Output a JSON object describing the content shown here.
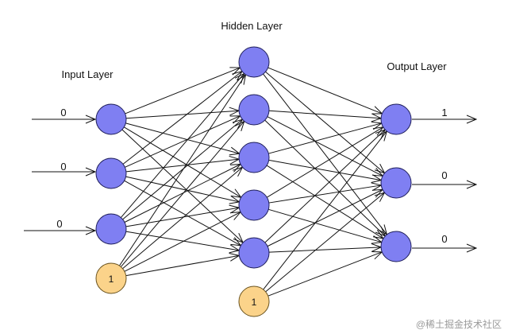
{
  "labels": {
    "input_layer": "Input Layer",
    "hidden_layer": "Hidden Layer",
    "output_layer": "Output Layer",
    "watermark": "@稀土掘金技术社区"
  },
  "input_values": [
    "0",
    "0",
    "0"
  ],
  "output_values": [
    "1",
    "0",
    "0"
  ],
  "bias_value": "1",
  "colors": {
    "neuron": "#7f7ff2",
    "bias": "#fbd38a",
    "line": "#111111"
  },
  "counts": {
    "inputs": 3,
    "hidden": 5,
    "outputs": 3
  }
}
